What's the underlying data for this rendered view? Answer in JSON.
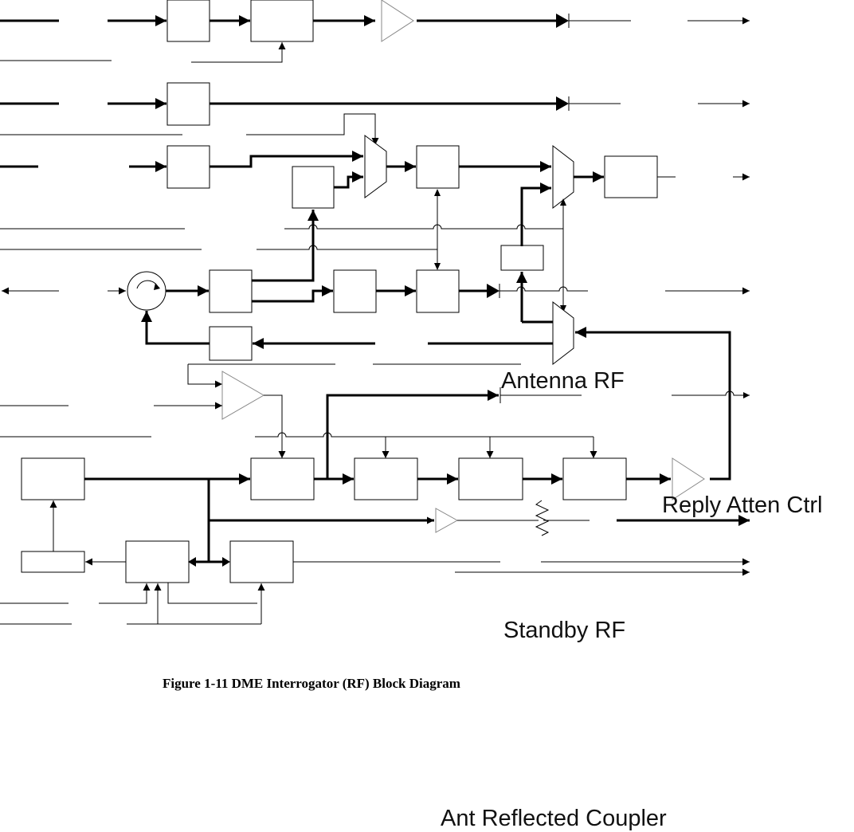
{
  "labels": {
    "antenna_rf": "Antenna RF",
    "reply_atten_ctrl": "Reply Atten Ctrl",
    "standby_rf": "Standby RF",
    "ant_reflected_coupler": "Ant Reflected Coupler"
  },
  "caption": "Figure 1-11 DME Interrogator (RF) Block Diagram"
}
